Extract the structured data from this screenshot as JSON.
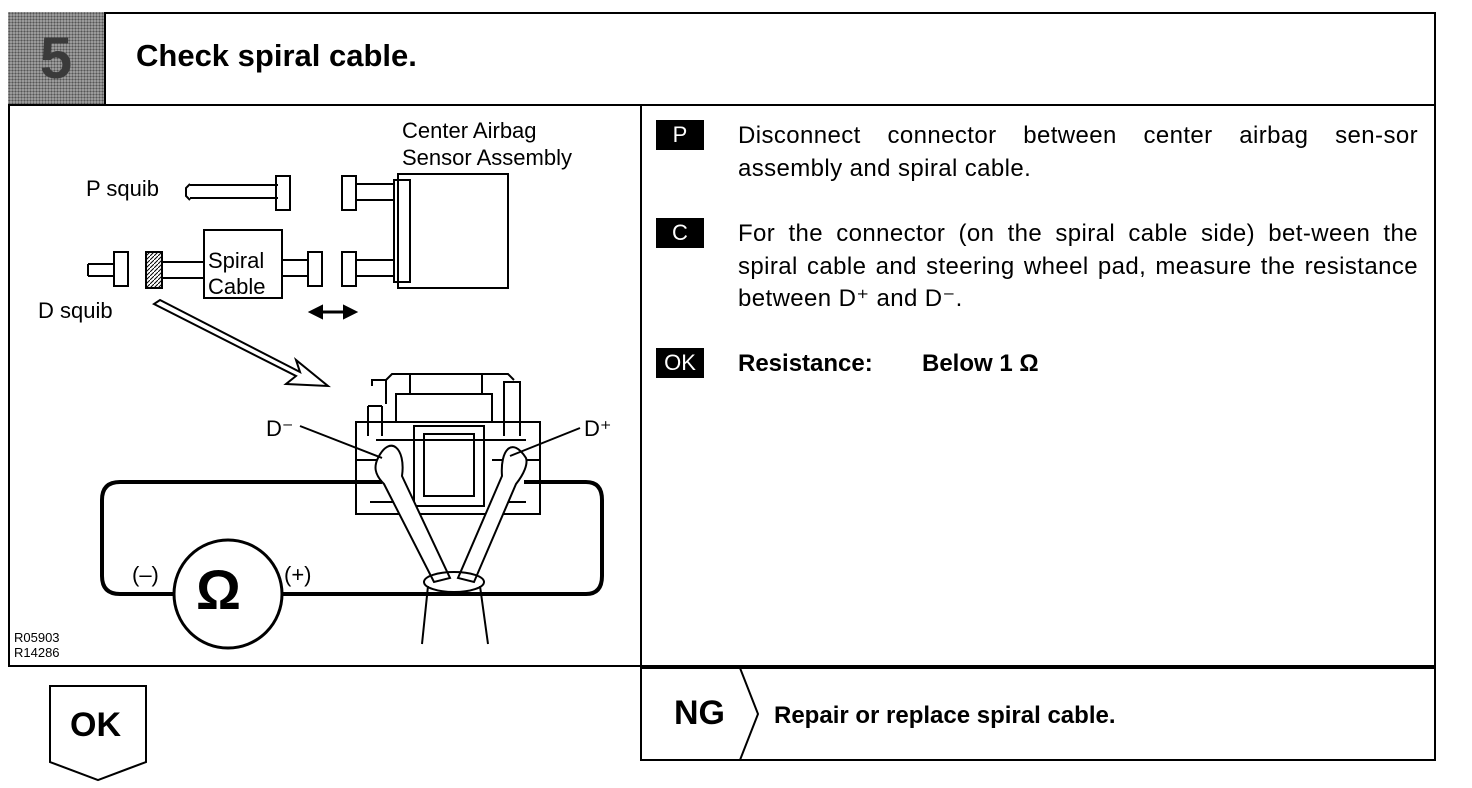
{
  "step": {
    "number": "5",
    "title": "Check spiral cable."
  },
  "diagram": {
    "labels": {
      "center_airbag_1": "Center Airbag",
      "center_airbag_2": "Sensor Assembly",
      "p_squib": "P squib",
      "d_squib": "D squib",
      "spiral_1": "Spiral",
      "spiral_2": "Cable",
      "d_minus": "D⁻",
      "d_plus": "D⁺",
      "minus": "(–)",
      "plus": "(+)",
      "ohm": "Ω"
    },
    "codes": [
      "R05903",
      "R14286"
    ]
  },
  "instructions": [
    {
      "badge": "P",
      "text": "Disconnect connector between center airbag sen-sor assembly and spiral cable."
    },
    {
      "badge": "C",
      "text": "For the connector (on the spiral cable side) bet-ween the spiral cable and steering wheel pad, measure the resistance between D⁺ and D⁻."
    },
    {
      "badge": "OK",
      "label": "Resistance:",
      "value": "Below 1 Ω"
    }
  ],
  "ng": {
    "label": "NG",
    "text": "Repair or replace spiral cable."
  },
  "ok": {
    "label": "OK"
  }
}
